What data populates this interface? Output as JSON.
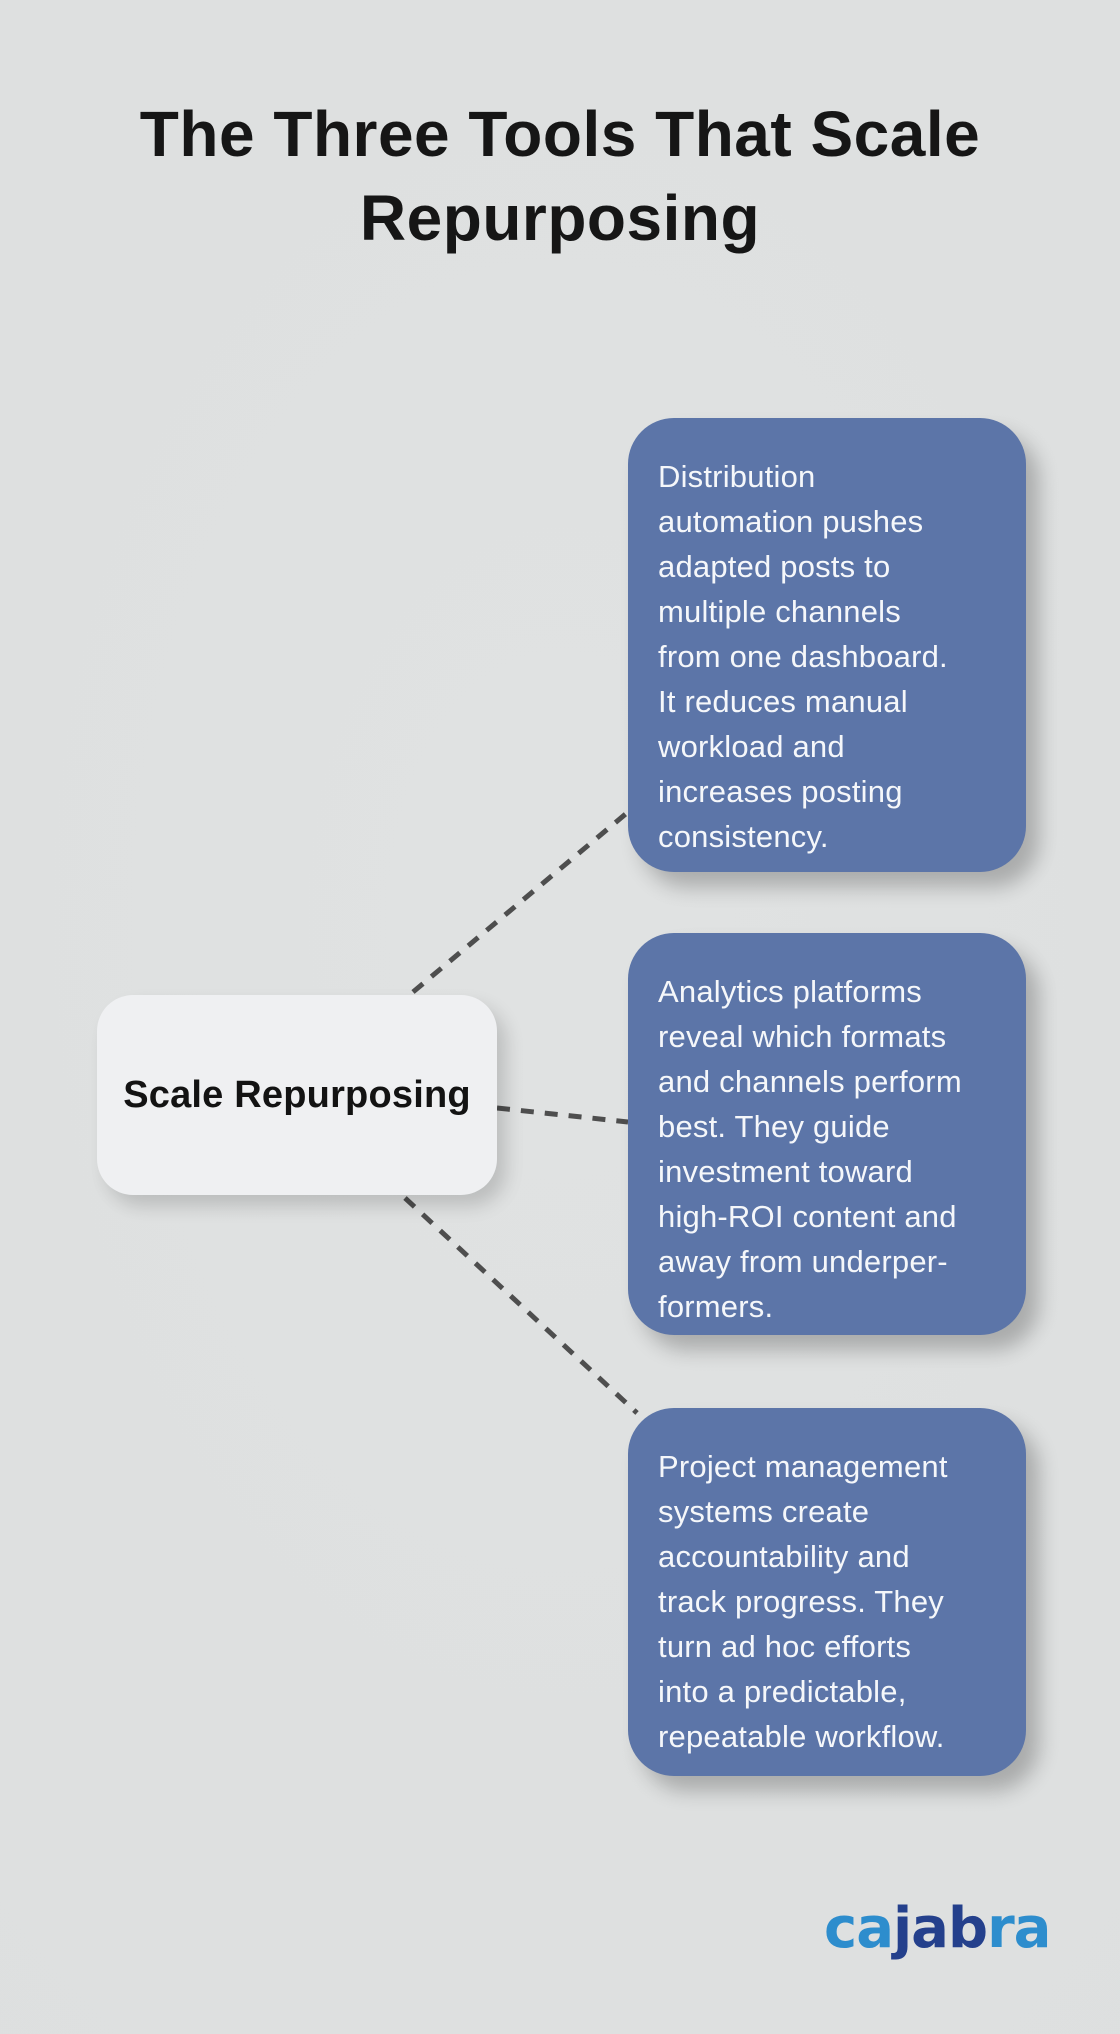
{
  "title": "The Three Tools That Scale Repurposing",
  "center_node": {
    "label": "Scale Repurposing"
  },
  "tool_boxes": [
    {
      "lines": [
        "Distribution",
        "automation pushes",
        "adapted posts to",
        "multiple channels",
        "from one dashboard.",
        "It reduces manual",
        "workload and",
        "increases posting",
        "consistency."
      ]
    },
    {
      "lines": [
        "Analytics platforms",
        "reveal which formats",
        "and channels perform",
        "best. They guide",
        "investment toward",
        "high-ROI content and",
        "away from underper-",
        "formers."
      ]
    },
    {
      "lines": [
        "Project management",
        "systems create",
        "accountability and",
        "track progress. They",
        "turn ad hoc efforts",
        "into a predictable,",
        "repeatable workflow."
      ]
    }
  ],
  "logo": {
    "segments": [
      {
        "text": "ca",
        "color": "#2d8dcd"
      },
      {
        "text": "jab",
        "color": "#24408c"
      },
      {
        "text": "ra",
        "color": "#2d8dcd"
      }
    ]
  },
  "colors": {
    "background": "#dee0e0",
    "box_fill": "#5c75a8",
    "box_text": "#f5f7fa",
    "node_fill": "#eff0f2",
    "heading_text": "#161616",
    "connector": "#4e4e4e",
    "logo_light_blue": "#2d8dcd",
    "logo_dark_blue": "#24408c"
  }
}
